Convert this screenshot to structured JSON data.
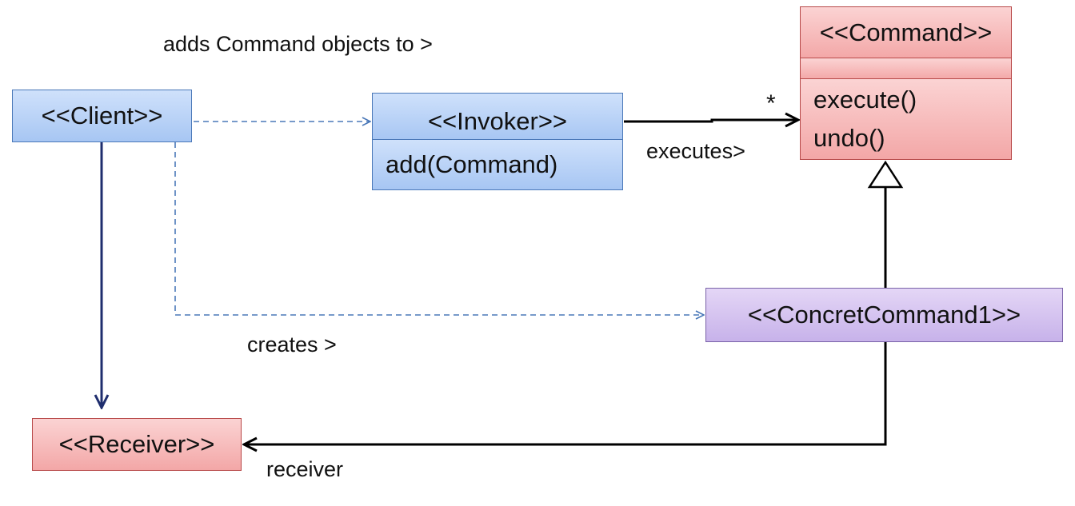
{
  "client": {
    "name": "<<Client>>"
  },
  "invoker": {
    "name": "<<Invoker>>",
    "method": "add(Command)"
  },
  "command": {
    "name": "<<Command>>",
    "methods": [
      "execute()",
      "undo()"
    ]
  },
  "concrete_command": {
    "name": "<<ConcretCommand1>>"
  },
  "receiver": {
    "name": "<<Receiver>>"
  },
  "relations": {
    "adds": "adds Command objects to >",
    "executes": "executes>",
    "multiplicity": "*",
    "creates": "creates >",
    "receiver": "receiver"
  },
  "colors": {
    "blue_fill": "#a7c6f3",
    "red_fill": "#f3a7a7",
    "purple_fill": "#c7b2ea",
    "dashed_line": "#4a78b8",
    "solid_line": "#000000",
    "client_receiver_line": "#1f2e6e"
  }
}
